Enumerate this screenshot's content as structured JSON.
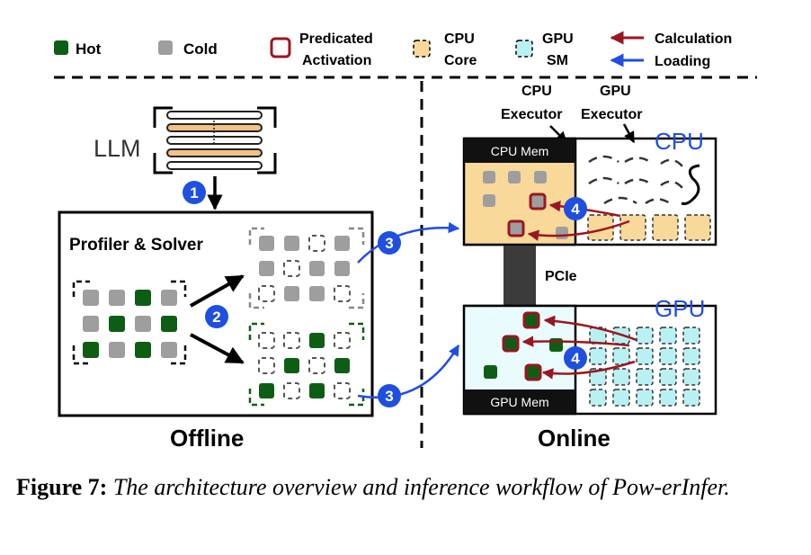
{
  "legend": {
    "hot": "Hot",
    "cold": "Cold",
    "predicated_line1": "Predicated",
    "predicated_line2": "Activation",
    "cpu_core_line1": "CPU",
    "cpu_core_line2": "Core",
    "gpu_sm_line1": "GPU",
    "gpu_sm_line2": "SM",
    "calculation": "Calculation",
    "loading": "Loading"
  },
  "offline": {
    "llm": "LLM",
    "profiler": "Profiler & Solver",
    "title": "Offline"
  },
  "online": {
    "cpu_executor_line1": "CPU",
    "cpu_executor_line2": "Executor",
    "gpu_executor_line1": "GPU",
    "gpu_executor_line2": "Executor",
    "cpu": "CPU",
    "gpu": "GPU",
    "cpu_mem": "CPU Mem",
    "gpu_mem": "GPU Mem",
    "pcie": "PCIe",
    "title": "Online"
  },
  "steps": [
    "1",
    "2",
    "3",
    "3",
    "4",
    "4"
  ],
  "caption": {
    "label": "Figure 7:",
    "text": "The architecture overview and inference workflow of Pow-erInfer."
  },
  "colors": {
    "hot": "#0d5e14",
    "cold": "#9e9e9e",
    "predicated": "#9b1620",
    "cpu_core": "#f8d99a",
    "gpu_sm": "#b9f1f3",
    "calculation": "#9b1620",
    "loading": "#1f4fe0"
  }
}
